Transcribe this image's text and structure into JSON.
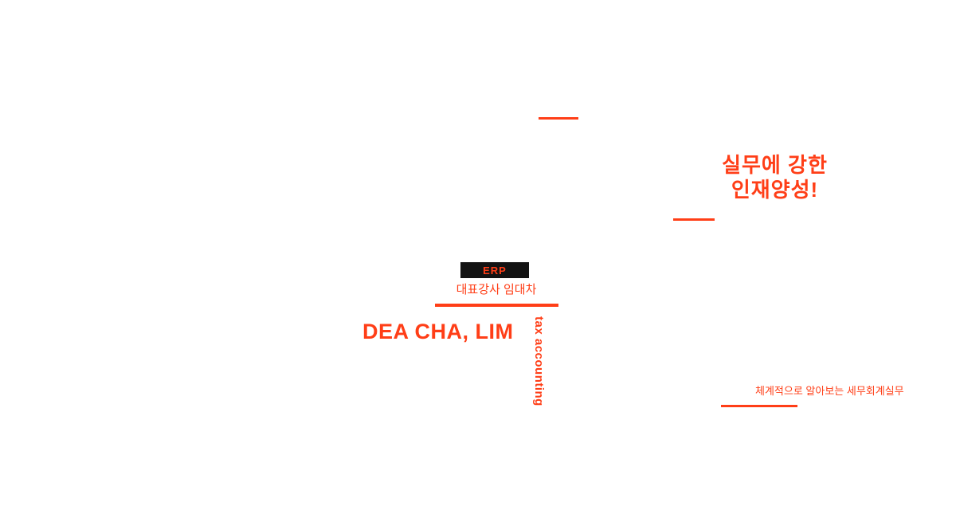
{
  "colors": {
    "accent": "#ff3e17",
    "badge_background": "#131313",
    "page_background": "#ffffff"
  },
  "slogan": {
    "line1": "실무에 강한",
    "line2": "인재양성!"
  },
  "instructor": {
    "badge": "ERP",
    "subtitle": "대표강사 임대차",
    "name": "DEA CHA, LIM",
    "vertical_label": "tax accounting"
  },
  "course": {
    "caption": "체계적으로 알아보는 세무회계실무"
  }
}
